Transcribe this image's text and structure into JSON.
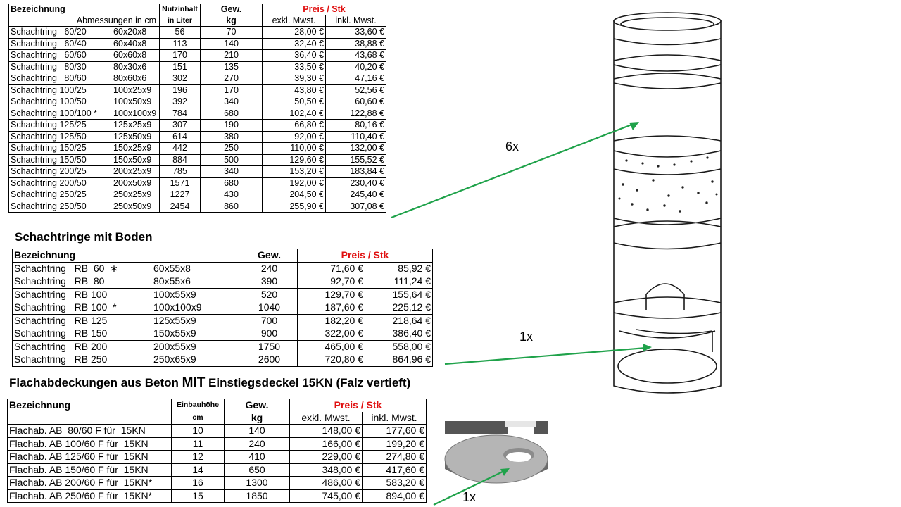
{
  "table1": {
    "hdr": {
      "bezeichnung": "Bezeichnung",
      "abmessungen": "Abmessungen in cm",
      "nutzinhalt": "Nutzinhalt",
      "in_liter": "in Liter",
      "gew": "Gew.",
      "kg": "kg",
      "preis": "Preis / Stk",
      "exkl": "exkl. Mwst.",
      "inkl": "inkl. Mwst."
    },
    "rows": [
      {
        "name": "Schachtring   60/20",
        "dim": "60x20x8",
        "liter": "56",
        "kg": "70",
        "exkl": "28,00 €",
        "inkl": "33,60 €"
      },
      {
        "name": "Schachtring   60/40",
        "dim": "60x40x8",
        "liter": "113",
        "kg": "140",
        "exkl": "32,40 €",
        "inkl": "38,88 €"
      },
      {
        "name": "Schachtring   60/60",
        "dim": "60x60x8",
        "liter": "170",
        "kg": "210",
        "exkl": "36,40 €",
        "inkl": "43,68 €"
      },
      {
        "name": "Schachtring   80/30",
        "dim": "80x30x6",
        "liter": "151",
        "kg": "135",
        "exkl": "33,50 €",
        "inkl": "40,20 €"
      },
      {
        "name": "Schachtring   80/60",
        "dim": "80x60x6",
        "liter": "302",
        "kg": "270",
        "exkl": "39,30 €",
        "inkl": "47,16 €"
      },
      {
        "name": "Schachtring 100/25",
        "dim": "100x25x9",
        "liter": "196",
        "kg": "170",
        "exkl": "43,80 €",
        "inkl": "52,56 €"
      },
      {
        "name": "Schachtring 100/50",
        "dim": "100x50x9",
        "liter": "392",
        "kg": "340",
        "exkl": "50,50 €",
        "inkl": "60,60 €"
      },
      {
        "name": "Schachtring 100/100 *",
        "dim": "100x100x9",
        "liter": "784",
        "kg": "680",
        "exkl": "102,40 €",
        "inkl": "122,88 €"
      },
      {
        "name": "Schachtring 125/25",
        "dim": "125x25x9",
        "liter": "307",
        "kg": "190",
        "exkl": "66,80 €",
        "inkl": "80,16 €"
      },
      {
        "name": "Schachtring 125/50",
        "dim": "125x50x9",
        "liter": "614",
        "kg": "380",
        "exkl": "92,00 €",
        "inkl": "110,40 €"
      },
      {
        "name": "Schachtring 150/25",
        "dim": "150x25x9",
        "liter": "442",
        "kg": "250",
        "exkl": "110,00 €",
        "inkl": "132,00 €"
      },
      {
        "name": "Schachtring 150/50",
        "dim": "150x50x9",
        "liter": "884",
        "kg": "500",
        "exkl": "129,60 €",
        "inkl": "155,52 €"
      },
      {
        "name": "Schachtring 200/25",
        "dim": "200x25x9",
        "liter": "785",
        "kg": "340",
        "exkl": "153,20 €",
        "inkl": "183,84 €"
      },
      {
        "name": "Schachtring 200/50",
        "dim": "200x50x9",
        "liter": "1571",
        "kg": "680",
        "exkl": "192,00 €",
        "inkl": "230,40 €"
      },
      {
        "name": "Schachtring 250/25",
        "dim": "250x25x9",
        "liter": "1227",
        "kg": "430",
        "exkl": "204,50 €",
        "inkl": "245,40 €"
      },
      {
        "name": "Schachtring 250/50",
        "dim": "250x50x9",
        "liter": "2454",
        "kg": "860",
        "exkl": "255,90 €",
        "inkl": "307,08 €"
      }
    ]
  },
  "section2": {
    "title": "Schachtringe mit Boden",
    "hdr": {
      "bezeichnung": "Bezeichnung",
      "gew": "Gew.",
      "preis": "Preis / Stk"
    },
    "rows": [
      {
        "name": "Schachtring   RB  60  ∗",
        "dim": "60x55x8",
        "kg": "240",
        "exkl": "71,60 €",
        "inkl": "85,92 €"
      },
      {
        "name": "Schachtring   RB  80",
        "dim": "80x55x6",
        "kg": "390",
        "exkl": "92,70 €",
        "inkl": "111,24 €"
      },
      {
        "name": "Schachtring   RB 100",
        "dim": "100x55x9",
        "kg": "520",
        "exkl": "129,70 €",
        "inkl": "155,64 €"
      },
      {
        "name": "Schachtring   RB 100  *",
        "dim": "100x100x9",
        "kg": "1040",
        "exkl": "187,60 €",
        "inkl": "225,12 €"
      },
      {
        "name": "Schachtring   RB 125",
        "dim": "125x55x9",
        "kg": "700",
        "exkl": "182,20 €",
        "inkl": "218,64 €"
      },
      {
        "name": "Schachtring   RB 150",
        "dim": "150x55x9",
        "kg": "900",
        "exkl": "322,00 €",
        "inkl": "386,40 €"
      },
      {
        "name": "Schachtring   RB 200",
        "dim": "200x55x9",
        "kg": "1750",
        "exkl": "465,00 €",
        "inkl": "558,00 €"
      },
      {
        "name": "Schachtring   RB 250",
        "dim": "250x65x9",
        "kg": "2600",
        "exkl": "720,80 €",
        "inkl": "864,96 €"
      }
    ]
  },
  "section3": {
    "title_pre": "Flachabdeckungen aus Beton ",
    "title_mit": "MIT",
    "title_post": " Einstiegsdeckel 15KN (Falz vertieft)",
    "hdr": {
      "bezeichnung": "Bezeichnung",
      "einbau": "Einbauhöhe",
      "cm": "cm",
      "gew": "Gew.",
      "kg": "kg",
      "preis": "Preis / Stk",
      "exkl": "exkl. Mwst.",
      "inkl": "inkl. Mwst."
    },
    "rows": [
      {
        "name": "Flachab. AB  80/60 F für  15KN",
        "h": "10",
        "kg": "140",
        "exkl": "148,00 €",
        "inkl": "177,60 €"
      },
      {
        "name": "Flachab. AB 100/60 F für  15KN",
        "h": "11",
        "kg": "240",
        "exkl": "166,00 €",
        "inkl": "199,20 €"
      },
      {
        "name": "Flachab. AB 125/60 F für  15KN",
        "h": "12",
        "kg": "410",
        "exkl": "229,00 €",
        "inkl": "274,80 €"
      },
      {
        "name": "Flachab. AB 150/60 F für  15KN",
        "h": "14",
        "kg": "650",
        "exkl": "348,00 €",
        "inkl": "417,60 €"
      },
      {
        "name": "Flachab. AB 200/60 F für  15KN*",
        "h": "16",
        "kg": "1300",
        "exkl": "486,00 €",
        "inkl": "583,20 €"
      },
      {
        "name": "Flachab. AB 250/60 F für  15KN*",
        "h": "15",
        "kg": "1850",
        "exkl": "745,00 €",
        "inkl": "894,00 €"
      }
    ]
  },
  "labels": {
    "six": "6x",
    "one_a": "1x",
    "one_b": "1x"
  },
  "colors": {
    "arrow": "#1fa24a",
    "price_header": "#e01010"
  }
}
